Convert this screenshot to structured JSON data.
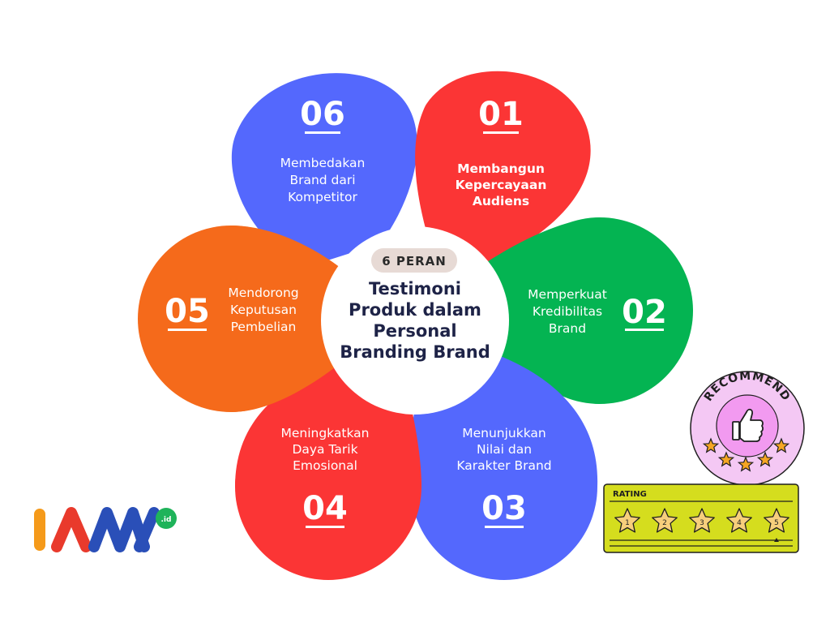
{
  "center": {
    "badge": "6 PERAN",
    "title_lines": [
      "Testimoni",
      "Produk dalam",
      "Personal",
      "Branding Brand"
    ]
  },
  "petals": [
    {
      "id": "01",
      "color": "#fb3535",
      "lines": [
        "Membangun",
        "Kepercayaan",
        "Audiens"
      ]
    },
    {
      "id": "02",
      "color": "#04b452",
      "lines": [
        "Memperkuat",
        "Kredibilitas",
        "Brand"
      ]
    },
    {
      "id": "03",
      "color": "#5468fd",
      "lines": [
        "Menunjukkan",
        "Nilai dan",
        "Karakter Brand"
      ]
    },
    {
      "id": "04",
      "color": "#fb3535",
      "lines": [
        "Meningkatkan",
        "Daya Tarik",
        "Emosional"
      ]
    },
    {
      "id": "05",
      "color": "#f56a1b",
      "lines": [
        "Mendorong",
        "Keputusan",
        "Pembelian"
      ]
    },
    {
      "id": "06",
      "color": "#5468fd",
      "lines": [
        "Membedakan",
        "Brand dari",
        "Kompetitor"
      ]
    }
  ],
  "recommend": {
    "label": "RECOMMEND",
    "icon": "thumbs-up-icon",
    "bg": "#f4c8f4",
    "inner": "#f29af0"
  },
  "rating": {
    "label": "RATING",
    "stars": [
      "1",
      "2",
      "3",
      "4",
      "5"
    ],
    "selected": "5",
    "bg": "#d5dd1e"
  },
  "logo": {
    "text": "IAM",
    "suffix": ".id"
  }
}
